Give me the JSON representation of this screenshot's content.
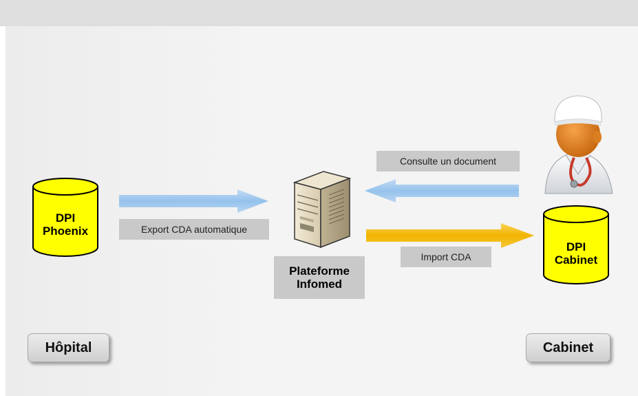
{
  "left_db": {
    "line1": "DPI",
    "line2": "Phoenix"
  },
  "right_db": {
    "line1": "DPI",
    "line2": "Cabinet"
  },
  "platform": {
    "line1": "Plateforme",
    "line2": "Infomed"
  },
  "arrows": {
    "export_label": "Export CDA automatique",
    "consult_label": "Consulte un document",
    "import_label": "Import CDA"
  },
  "places": {
    "left": "Hôpital",
    "right": "Cabinet"
  },
  "colors": {
    "database": "#ffff00",
    "blue_arrow": "#9ec9ee",
    "orange_arrow": "#f2b705"
  },
  "icons": {
    "server": "server-icon",
    "doctor": "doctor-icon"
  }
}
